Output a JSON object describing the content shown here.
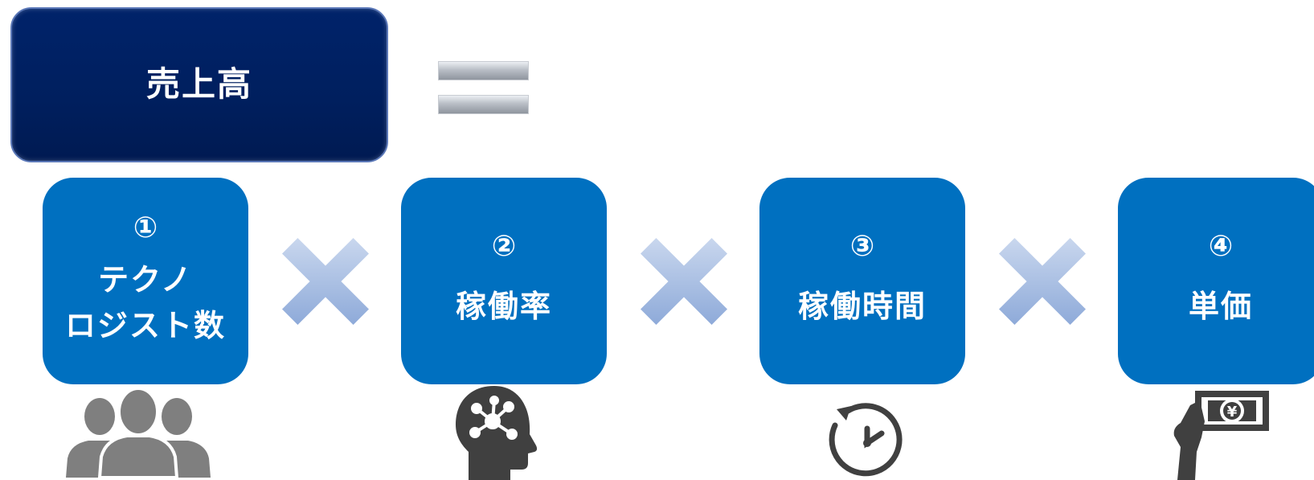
{
  "result": {
    "label": "売上高"
  },
  "factors": [
    {
      "num": "①",
      "label": "テクノ\nロジスト数",
      "icon": "people-group-icon"
    },
    {
      "num": "②",
      "label": "稼働率",
      "icon": "head-network-icon"
    },
    {
      "num": "③",
      "label": "稼働時間",
      "icon": "clock-icon"
    },
    {
      "num": "④",
      "label": "単価",
      "icon": "hand-yen-money-icon"
    }
  ],
  "colors": {
    "dark_navy": "#001f5e",
    "factor_blue": "#0070c0",
    "multiply_light_blue": "#b4c7e7",
    "icon_gray": "#7f7f7f",
    "icon_dark": "#404040"
  },
  "currency_symbol": "¥"
}
